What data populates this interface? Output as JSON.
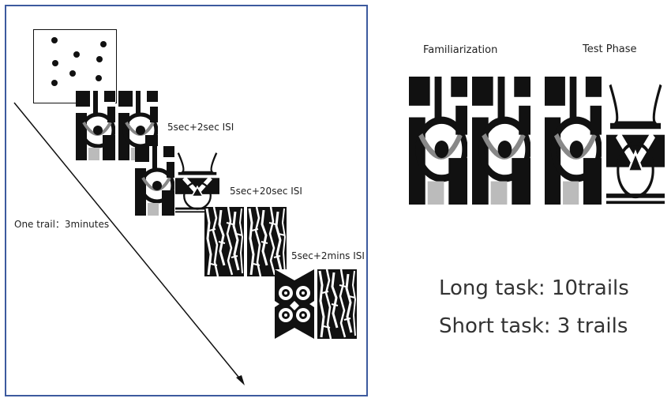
{
  "left_panel": {
    "trial_label": "One trail：3minutes",
    "isi_labels": [
      "5sec+2sec ISI",
      "5sec+20sec ISI",
      "5sec+2mins ISI"
    ]
  },
  "right_panel": {
    "familiarization_label": "Familiarization",
    "test_phase_label": "Test Phase",
    "long_task": "Long task: 10trails",
    "short_task": "Short task: 3 trails"
  },
  "colors": {
    "border": "#3d5a9e",
    "ink": "#111111"
  },
  "stimuli": {
    "dot_grid": "dot-pattern",
    "abstract_a": "abstract-circle-pattern",
    "abstract_b": "triangle-x-pattern",
    "noise": "noise-texture",
    "symmetric": "symmetric-eye-pattern"
  }
}
